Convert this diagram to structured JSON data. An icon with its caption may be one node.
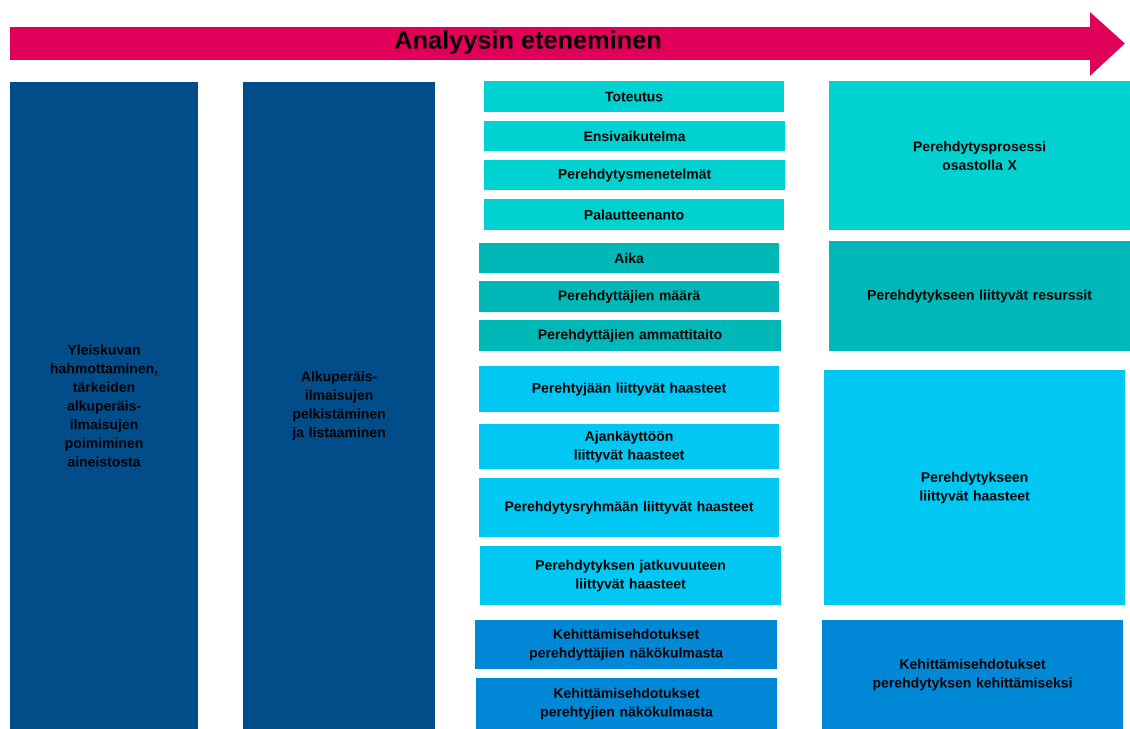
{
  "diagram": {
    "nodes": [
      {
        "text": [
          "Analyysin eteneminen"
        ]
      },
      {
        "text": [
          "Yleiskuvan hahmottaminen, tärkeiden alkuperäis-ilmaisujen poimiminen aineistosta"
        ]
      },
      {
        "text": [
          "Alkuperäis-ilmaisujen pelkistäminen ja listaaminen"
        ]
      },
      {
        "text": [
          "Toteutus"
        ]
      },
      {
        "text": [
          "Ensivaikutelma"
        ]
      },
      {
        "text": [
          "Perehdytysmenetelmät"
        ]
      },
      {
        "text": [
          "Palautteenanto"
        ]
      },
      {
        "text": [
          "Aika"
        ]
      },
      {
        "text": [
          "Perehdyttäjien määrä"
        ]
      },
      {
        "text": [
          "Perehdyttäjien ammattitaito"
        ]
      },
      {
        "text": [
          "Perehtyjään liittyvät haasteet"
        ]
      },
      {
        "text": [
          "Ajankäyttöön liittyvät haasteet"
        ]
      },
      {
        "text": [
          "Perehdytysryhmään liittyvät haasteet"
        ]
      },
      {
        "text": [
          "Perehdytyksen jatkuvuuteen liittyvät haasteet"
        ]
      },
      {
        "text": [
          "Kehittämisehdotukset perehdyttäjien näkökulmasta"
        ]
      },
      {
        "text": [
          "Kehittämisehdotukset perehtyjien näkökulmasta"
        ]
      },
      {
        "text": [
          "Perehdytysprosessi osastolla X"
        ]
      },
      {
        "text": [
          "Perehdytykseen liittyvät resurssit"
        ]
      },
      {
        "text": [
          "Perehdytykseen liittyvät haasteet"
        ]
      },
      {
        "text": [
          "Kehittämisehdotukset perehdytyksen kehittämiseksi"
        ]
      }
    ]
  }
}
